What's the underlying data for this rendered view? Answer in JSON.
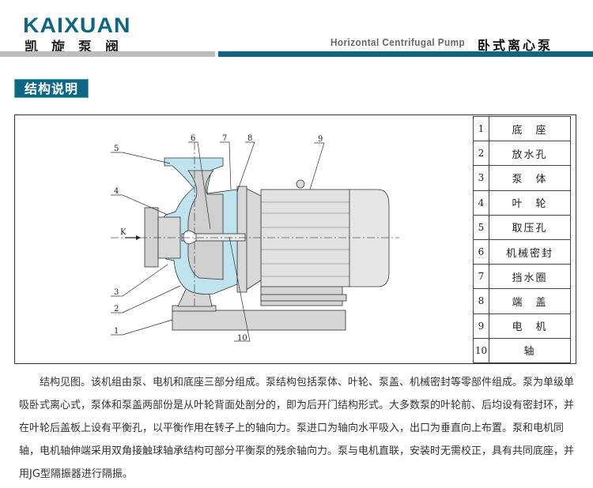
{
  "header": {
    "logo": "KAIXUAN",
    "logo_cn": "凯旋泵阀",
    "title_en": "Horizontal Centrifugal Pump",
    "title_cn": "卧式离心泵"
  },
  "section_title": "结构说明",
  "diagram": {
    "inlet_label": "K",
    "callouts": [
      "1",
      "2",
      "3",
      "4",
      "5",
      "6",
      "7",
      "8",
      "9",
      "10"
    ]
  },
  "parts": [
    {
      "no": "1",
      "name": "底　座"
    },
    {
      "no": "2",
      "name": "放水孔"
    },
    {
      "no": "3",
      "name": "泵　体"
    },
    {
      "no": "4",
      "name": "叶　轮"
    },
    {
      "no": "5",
      "name": "取压孔"
    },
    {
      "no": "6",
      "name": "机械密封"
    },
    {
      "no": "7",
      "name": "挡水圈"
    },
    {
      "no": "8",
      "name": "端　盖"
    },
    {
      "no": "9",
      "name": "电　机"
    },
    {
      "no": "10",
      "name": "轴"
    }
  ],
  "description": "结构见图。该机组由泵、电机和底座三部分组成。泵结构包括泵体、叶轮、泵盖、机械密封等零部件组成。泵为单级单吸卧式离心式，泵体和泵盖两部份是从叶轮背面处剖分的，即为后开门结构形式。大多数泵的叶轮前、后均设有密封环，并在叶轮后盖板上设有平衡孔，以平衡作用在转子上的轴向力。泵进口为轴向水平吸入，出口为垂直向上布置。泵和电机同轴，电机轴伸端采用双角接触球轴承结构可部分平衡泵的残余轴向力。泵与电机直联，安装时无需校正，具有共同底座，并用JG型隔振器进行隔振。"
}
